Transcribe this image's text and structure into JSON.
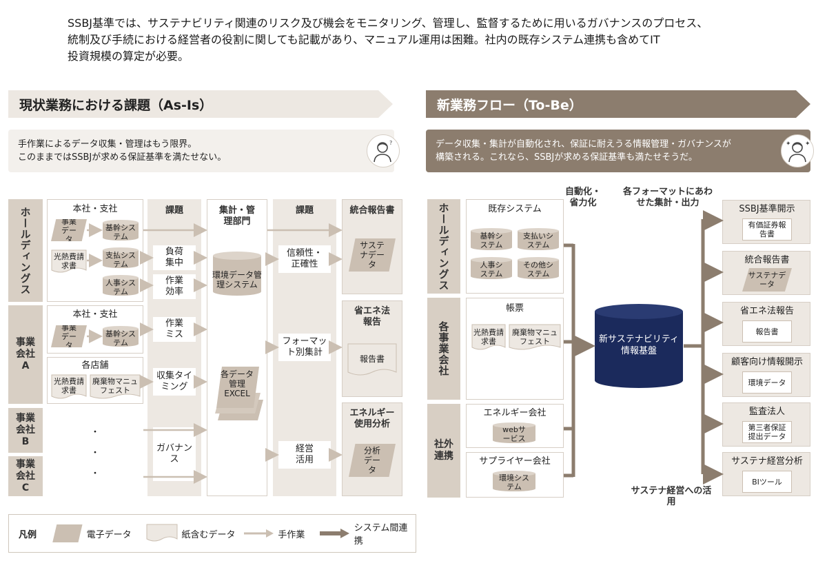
{
  "intro": {
    "line1": "SSBJ基準では、サステナビリティ関連のリスク及び機会をモニタリング、管理し、監督するために用いるガバナンスのプロセス、",
    "line2": "統制及び手続における経営者の役割に関しても記載があり、マニュアル運用は困難。社内の既存システム連携も含めてIT",
    "line3": "投資規模の算定が必要。"
  },
  "asis": {
    "banner": "現状業務における課題（As-Is）",
    "issue_line1": "手作業によるデータ収集・管理はもう限界。",
    "issue_line2": "このままではSSBJが求める保証基準を満たせない。",
    "rows": {
      "holdings": "ホールディングス",
      "company_a": "事業会社A",
      "company_b": "事業会社B",
      "company_c": "事業会社C"
    },
    "holdings_box": {
      "title": "本社・支社",
      "item1_src": "事業データ",
      "item1_dst": "基幹システム",
      "item2_src": "光熱費請求書",
      "item2_dst": "支払システム",
      "item3_dst": "人事システム"
    },
    "company_a_box1": {
      "title": "本社・支社",
      "src": "事業データ",
      "dst": "基幹システム"
    },
    "company_a_box2": {
      "title": "各店舗",
      "doc1": "光熱費請求書",
      "doc2": "廃棄物マニュフェスト"
    },
    "dots": "・",
    "col_issue1": {
      "heading": "課題",
      "items": [
        "負荷集中",
        "作業効率",
        "作業ミス",
        "収集タイミング",
        "ガバナンス"
      ]
    },
    "col_dept": {
      "heading": "集計・管理部門",
      "db": "環境データ管理システム",
      "excel": "各データ管理EXCEL"
    },
    "col_issue2": {
      "heading": "課題",
      "items": [
        "信頼性・正確性",
        "フォーマット別集計",
        "経営活用"
      ]
    },
    "col_output": {
      "report1_title": "統合報告書",
      "report1_item": "サステナデータ",
      "report2_title": "省エネ法報告",
      "report2_item": "報告書",
      "report3_title": "エネルギー使用分析",
      "report3_item": "分析データ"
    }
  },
  "tobe": {
    "banner": "新業務フロー（To-Be）",
    "issue_line1": "データ収集・集計が自動化され、保証に耐えうる情報管理・ガバナンスが",
    "issue_line2": "構築される。これなら、SSBJが求める保証基準も満たせそうだ。",
    "rows": {
      "holdings": "ホールディングス",
      "companies": "各事業会社",
      "external": "社外連携"
    },
    "existing": {
      "title": "既存システム",
      "items": [
        "基幹システム",
        "支払いシステム",
        "人事システム",
        "その他システム"
      ]
    },
    "forms": {
      "title": "帳票",
      "doc1": "光熱費請求書",
      "doc2": "廃棄物マニュフェスト"
    },
    "energy": {
      "title": "エネルギー会社",
      "item": "webサービス"
    },
    "supplier": {
      "title": "サプライヤー会社",
      "item": "環境システム"
    },
    "automation_label": "自動化・省力化",
    "format_label": "各フォーマットにあわせた集計・出力",
    "platform": "新サステナビリティ情報基盤",
    "outputs": [
      {
        "title": "SSBJ基準開示",
        "item": "有価証券報告書"
      },
      {
        "title": "統合報告書",
        "item": "サステナデータ"
      },
      {
        "title": "省エネ法報告",
        "item": "報告書"
      },
      {
        "title": "顧客向け情報開示",
        "item": "環境データ"
      },
      {
        "title": "監査法人",
        "item": "第三者保証提出データ"
      },
      {
        "title": "サステナ経営分析",
        "item": "BIツール"
      }
    ],
    "bottom_label": "サステナ経営への活用"
  },
  "legend": {
    "title": "凡例",
    "electronic": "電子データ",
    "paper": "紙含むデータ",
    "manual": "手作業",
    "system": "システム間連携"
  },
  "colors": {
    "tan": "#d8cfc4",
    "tan_light": "#ede8e2",
    "brown": "#8c7d6e",
    "navy": "#1b2a5c",
    "arrow_light": "#cbbfb2"
  }
}
